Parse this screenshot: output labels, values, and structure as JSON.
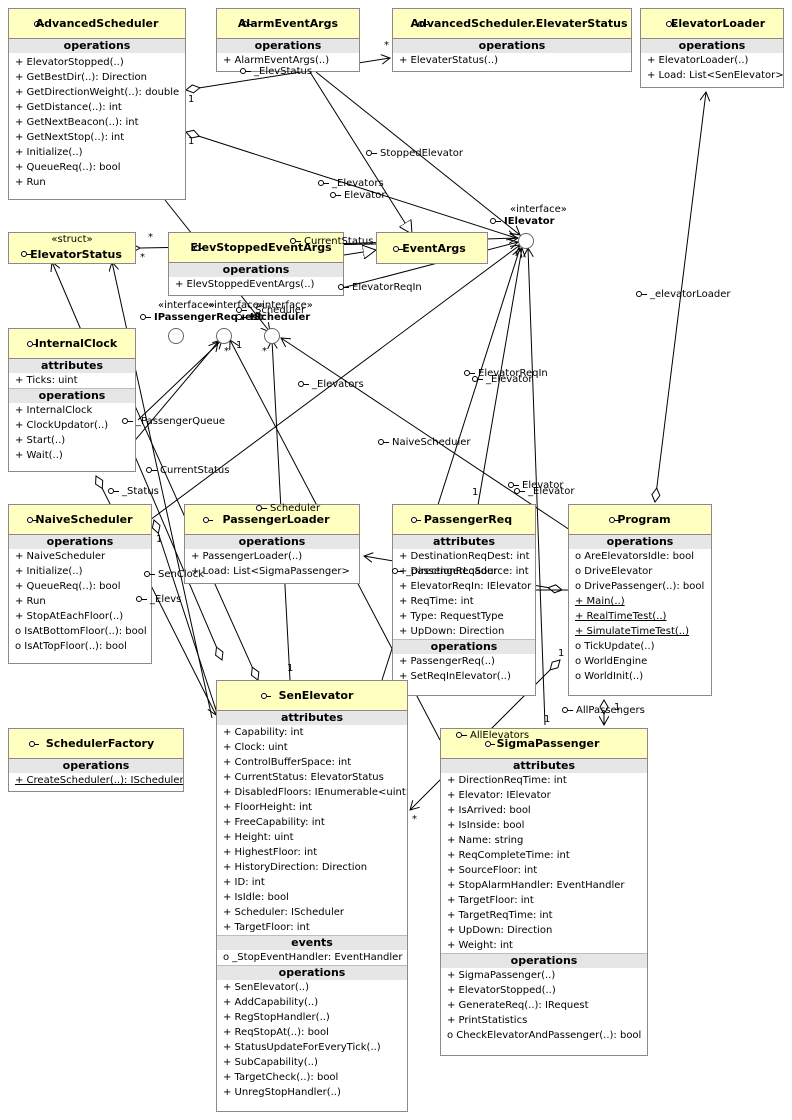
{
  "classes": {
    "advanced_scheduler": {
      "name": "AdvancedScheduler",
      "sec_ops": "operations",
      "ops": [
        "+ ElevatorStopped(..)",
        "+ GetBestDir(..): Direction",
        "+ GetDirectionWeight(..): double",
        "+ GetDistance(..): int",
        "+ GetNextBeacon(..): int",
        "+ GetNextStop(..): int",
        "+ Initialize(..)",
        "+ QueueReq(..): bool",
        "+ Run"
      ]
    },
    "alarm_event_args": {
      "name": "AlarmEventArgs",
      "sec_ops": "operations",
      "ops": [
        "+ AlarmEventArgs(..)"
      ]
    },
    "elevater_status": {
      "name": "AdvancedScheduler.ElevaterStatus",
      "sec_ops": "operations",
      "ops": [
        "+ ElevaterStatus(..)"
      ]
    },
    "elevator_loader": {
      "name": "ElevatorLoader",
      "sec_ops": "operations",
      "ops": [
        "+ ElevatorLoader(..)",
        "+ Load: List<SenElevator>"
      ]
    },
    "elevator_status": {
      "stereotype": "«struct»",
      "name": "ElevatorStatus"
    },
    "elev_stopped_event_args": {
      "name": "ElevStoppedEventArgs",
      "sec_ops": "operations",
      "ops": [
        "+ ElevStoppedEventArgs(..)"
      ]
    },
    "event_args": {
      "name": "EventArgs"
    },
    "internal_clock": {
      "name": "InternalClock",
      "sec_attrs": "attributes",
      "attrs": [
        "+ Ticks: uint"
      ],
      "sec_ops": "operations",
      "ops": [
        "+ InternalClock",
        "+ ClockUpdator(..)",
        "+ Start(..)",
        "+ Wait(..)"
      ]
    },
    "naive_scheduler": {
      "name": "NaiveScheduler",
      "sec_ops": "operations",
      "ops": [
        "+ NaiveScheduler",
        "+ Initialize(..)",
        "+ QueueReq(..): bool",
        "+ Run",
        "+ StopAtEachFloor(..)",
        "o IsAtBottomFloor(..): bool",
        "o IsAtTopFloor(..): bool"
      ]
    },
    "passenger_loader": {
      "name": "PassengerLoader",
      "sec_ops": "operations",
      "ops": [
        "+ PassengerLoader(..)",
        "+ Load: List<SigmaPassenger>"
      ]
    },
    "passenger_req": {
      "name": "PassengerReq",
      "sec_attrs": "attributes",
      "attrs": [
        "+ DestinationReqDest: int",
        "+ DirectionReqSource: int",
        "+ ElevatorReqIn: IElevator",
        "+ ReqTime: int",
        "+ Type: RequestType",
        "+ UpDown: Direction"
      ],
      "sec_ops": "operations",
      "ops": [
        "+ PassengerReq(..)",
        "+ SetReqInElevator(..)"
      ]
    },
    "program": {
      "name": "Program",
      "sec_ops": "operations",
      "ops": [
        "o AreElevatorsIdle: bool",
        "o DriveElevator",
        "o DrivePassenger(..): bool",
        "+ Main(..)",
        "+ RealTimeTest(..)",
        "+ SimulateTimeTest(..)",
        "o TickUpdate(..)",
        "o WorldEngine",
        "o WorldInit(..)"
      ]
    },
    "scheduler_factory": {
      "name": "SchedulerFactory",
      "sec_ops": "operations",
      "ops": [
        "+ CreateScheduler(..): IScheduler"
      ]
    },
    "sen_elevator": {
      "name": "SenElevator",
      "sec_attrs": "attributes",
      "attrs": [
        "+ Capability: int",
        "+ Clock: uint",
        "+ ControlBufferSpace: int",
        "+ CurrentStatus: ElevatorStatus",
        "+ DisabledFloors: IEnumerable<uint>",
        "+ FloorHeight: int",
        "+ FreeCapability: int",
        "+ Height: uint",
        "+ HighestFloor: int",
        "+ HistoryDirection: Direction",
        "+ ID: int",
        "+ IsIdle: bool",
        "+ Scheduler: IScheduler",
        "+ TargetFloor: int"
      ],
      "sec_events": "events",
      "events": [
        "o _StopEventHandler: EventHandler"
      ],
      "sec_ops": "operations",
      "ops": [
        "+ SenElevator(..)",
        "+ AddCapability(..)",
        "+ RegStopHandler(..)",
        "+ ReqStopAt(..): bool",
        "+ StatusUpdateForEveryTick(..)",
        "+ SubCapability(..)",
        "+ TargetCheck(..): bool",
        "+ UnregStopHandler(..)"
      ]
    },
    "sigma_passenger": {
      "name": "SigmaPassenger",
      "sec_attrs": "attributes",
      "attrs": [
        "+ DirectionReqTime: int",
        "+ Elevator: IElevator",
        "+ IsArrived: bool",
        "+ IsInside: bool",
        "+ Name: string",
        "+ ReqCompleteTime: int",
        "+ SourceFloor: int",
        "+ StopAlarmHandler: EventHandler",
        "+ TargetFloor: int",
        "+ TargetReqTime: int",
        "+ UpDown: Direction",
        "+ Weight: int"
      ],
      "sec_ops": "operations",
      "ops": [
        "+ SigmaPassenger(..)",
        "+ ElevatorStopped(..)",
        "+ GenerateReq(..): IRequest",
        "+ PrintStatistics",
        "o CheckElevatorAndPassenger(..): bool"
      ]
    }
  },
  "interfaces": {
    "ielevator": {
      "stereotype": "«interface»",
      "name": "IElevator"
    },
    "ipassenger_request": {
      "stereotype": "«interface»",
      "name": "IPassengerRequest"
    },
    "iclock": {
      "stereotype": "«interface»"
    },
    "ischeduler": {
      "stereotype": "«interface»",
      "name": "IScheduler"
    }
  },
  "labels": {
    "elev_status": "_ElevStatus",
    "stopped_elevator": "StoppedElevator",
    "elevators_top": "_Elevators",
    "elevators_top2": "Elevator",
    "current_status_1": "CurrentStatus",
    "elevator_req_in": "ElevatorReqIn",
    "scheduler_1": "_Scheduler",
    "passenger_queue": "_PassengerQueue",
    "current_status_2": "CurrentStatus",
    "status": "_Status",
    "elevators_mid": "_Elevators",
    "naive_scheduler": "NaiveScheduler",
    "elevator_loader": "_elevatorLoader",
    "elevator_req_in_2": "ElevatorReqIn",
    "elevator_req_in_3": "_Elevator",
    "elevator_right": "Elevator",
    "elevators_right": "_Elevator",
    "scheduler_2": "Scheduler",
    "passenger_loader": "_passengerLoader",
    "sen_clock": "SenClock",
    "elevs": "_Elevs",
    "all_passengers": "AllPassengers",
    "all_elevators": "AllElevators"
  },
  "multiplicities": {
    "m1": "1",
    "m2": "1",
    "m3": "*",
    "m4": "*",
    "m5": "1",
    "m6": "*",
    "m7": "*",
    "m8": "1",
    "m9": "1",
    "m10": "1",
    "m11": "1",
    "m12": "1",
    "m13": "*",
    "m14": "1",
    "m15": "*"
  }
}
